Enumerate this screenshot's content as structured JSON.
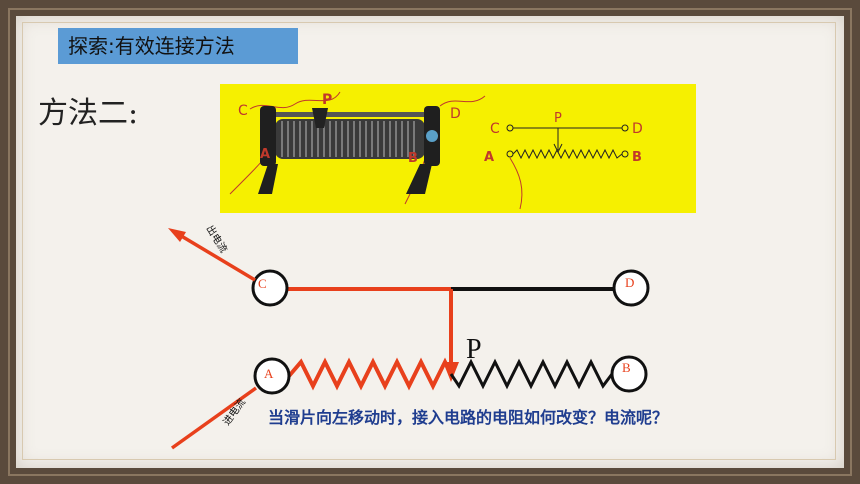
{
  "title": "探索:有效连接方法",
  "method": "方法二:",
  "photo": {
    "labels": {
      "c": "C",
      "p": "P",
      "d": "D",
      "a": "A",
      "b": "B"
    },
    "schematic": {
      "c": "C",
      "p": "P",
      "d": "D",
      "a": "A",
      "b": "B"
    }
  },
  "diagram": {
    "terminal_c": "C",
    "terminal_d": "D",
    "terminal_a": "A",
    "terminal_b": "B",
    "slider": "P",
    "current_out": "出电流",
    "current_in": "进电流",
    "colors": {
      "active": "#e8401c",
      "inactive": "#111111"
    }
  },
  "question": "当滑片向左移动时，接入电路的电阻如何改变？电流呢？"
}
